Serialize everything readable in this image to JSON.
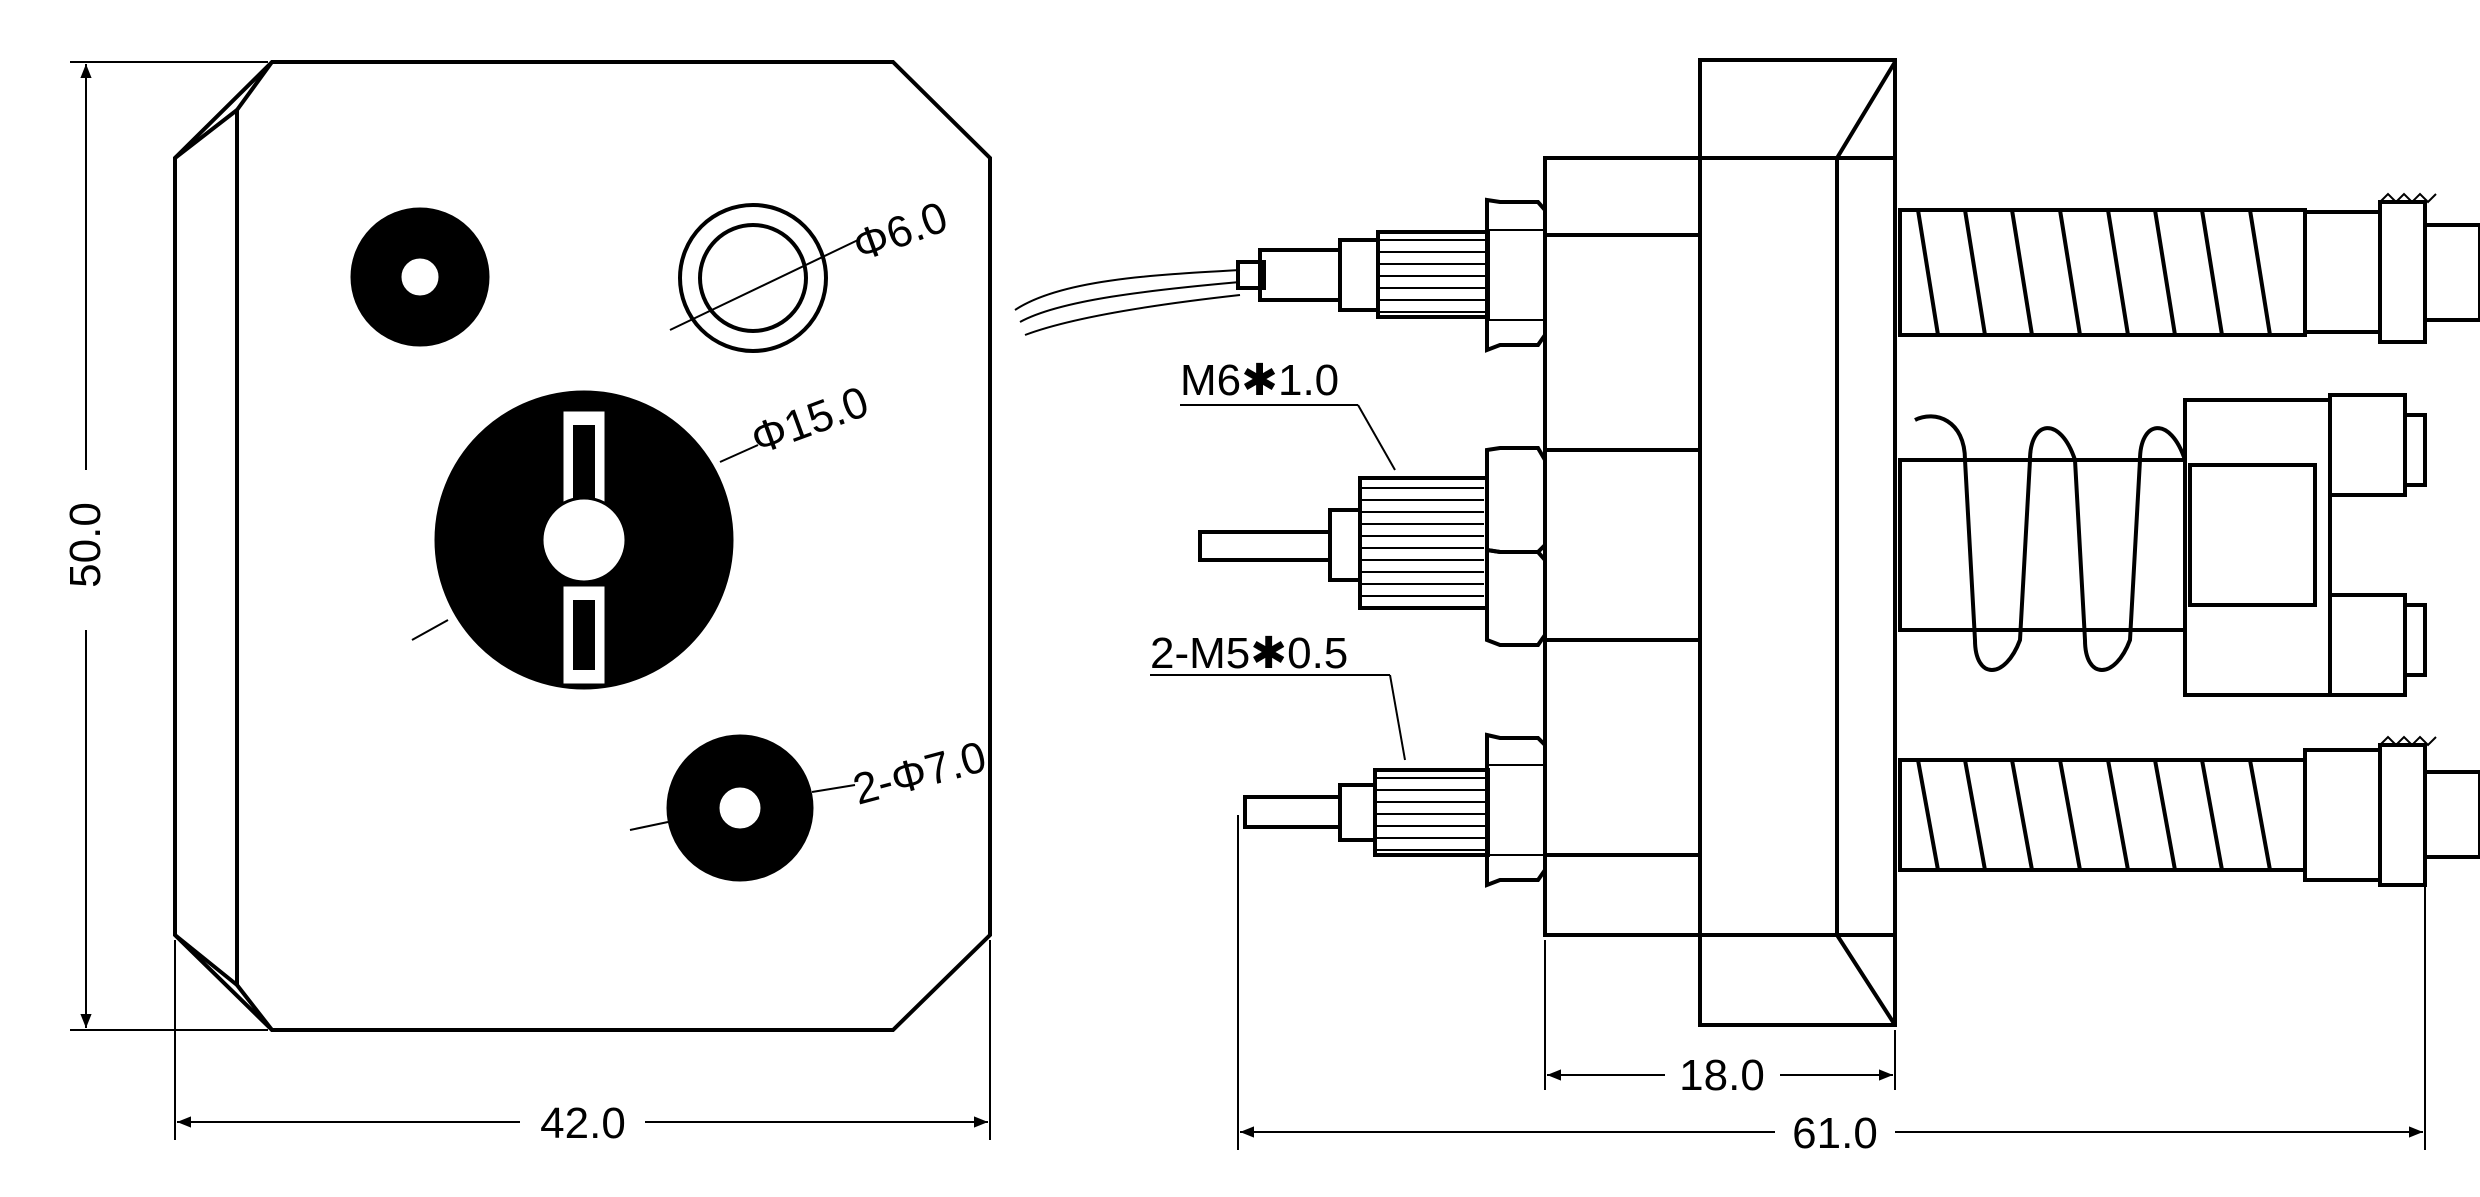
{
  "front_view": {
    "height_dim": "50.0",
    "width_dim": "42.0",
    "small_hole_dim": "Φ6.0",
    "center_hole_dim": "Φ15.0",
    "mount_holes_dim": "2-Φ7.0"
  },
  "side_view": {
    "center_thread": "M6✱1.0",
    "side_threads": "2-M5✱0.5",
    "body_dim": "18.0",
    "overall_dim": "61.0"
  }
}
